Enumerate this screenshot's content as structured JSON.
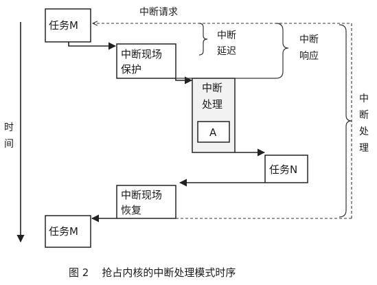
{
  "nodes": {
    "task_m_top": "任务M",
    "save_context": [
      "中断现场",
      "保护"
    ],
    "handling": [
      "中断",
      "处理"
    ],
    "a_box": "A",
    "task_n": "任务N",
    "restore_context": [
      "中断现场",
      "恢复"
    ],
    "task_m_bottom": "任务M"
  },
  "labels": {
    "interrupt_request": "中断请求",
    "interrupt_delay": [
      "中断",
      "延迟"
    ],
    "interrupt_response": [
      "中断",
      "响应"
    ],
    "interrupt_handling_vertical": [
      "中",
      "断",
      "处",
      "理"
    ],
    "time_axis": [
      "时",
      "间"
    ]
  },
  "caption": "图 2    抢占内核的中断处理模式时序"
}
